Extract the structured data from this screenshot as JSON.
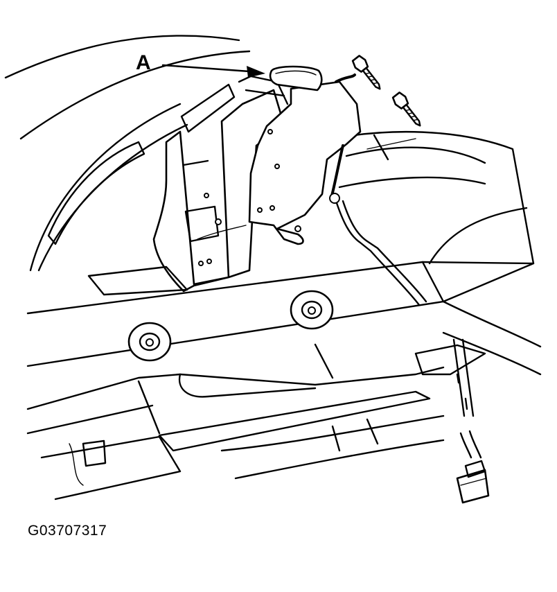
{
  "diagram": {
    "callout_label": "A",
    "figure_id": "G03707317"
  },
  "colors": {
    "ink": "#000000",
    "paper": "#ffffff"
  },
  "parts": [
    {
      "name": "antenna-module",
      "icon": "antenna-module-icon"
    },
    {
      "name": "mounting-bracket",
      "icon": "bracket-icon"
    },
    {
      "name": "mounting-screw",
      "icon": "screw-icon",
      "count": 2
    },
    {
      "name": "harness-connector",
      "icon": "connector-icon"
    }
  ]
}
